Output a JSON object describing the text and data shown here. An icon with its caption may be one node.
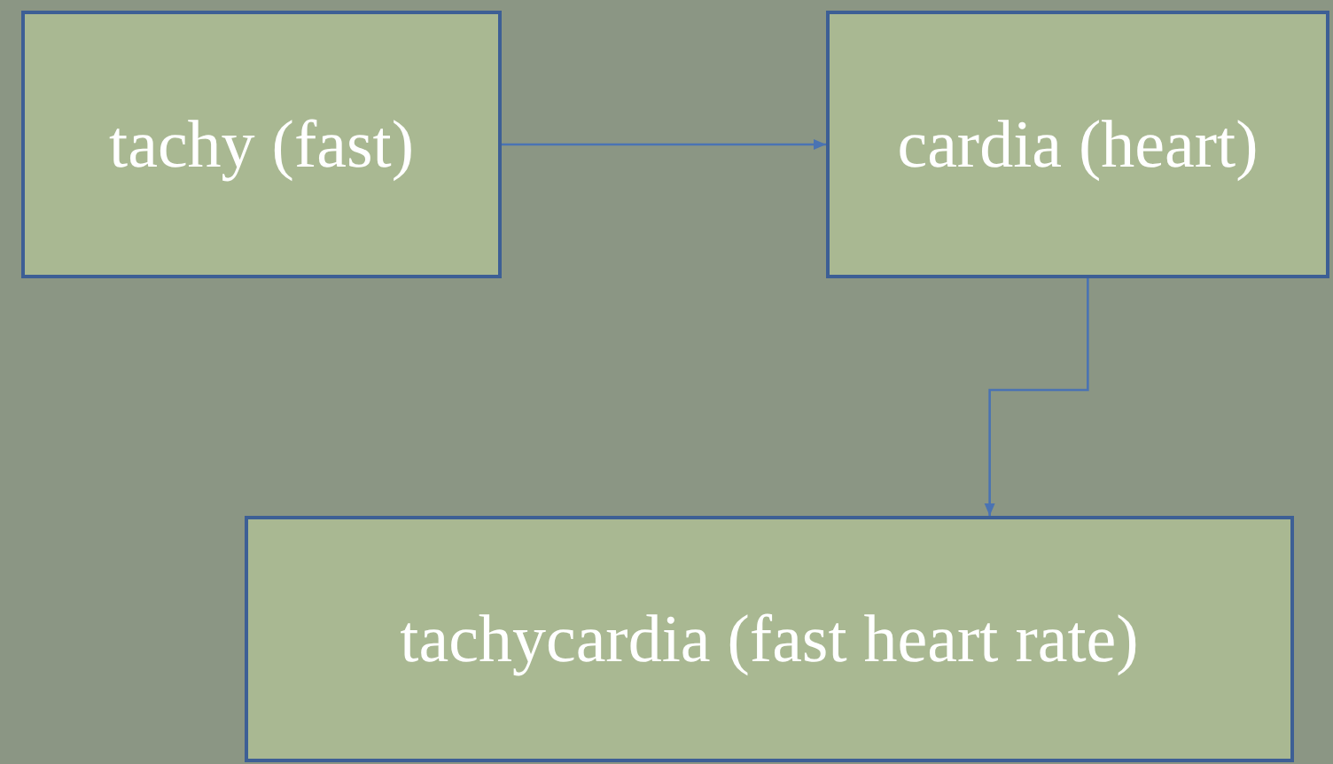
{
  "diagram": {
    "nodes": [
      {
        "text": [
          "tachy (fast)"
        ]
      },
      {
        "text": [
          "cardia (heart)"
        ]
      },
      {
        "text": [
          "tachycardia (fast heart rate)"
        ]
      }
    ],
    "edges": [
      {
        "from": 0,
        "to": 1,
        "arrow": "to"
      },
      {
        "from": 1,
        "to": 2,
        "arrow": "to"
      }
    ]
  }
}
